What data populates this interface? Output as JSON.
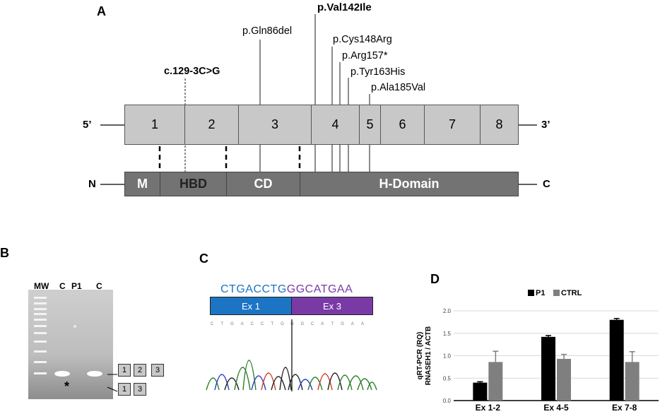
{
  "panel_a": {
    "letter": "A",
    "five_prime": "5’",
    "three_prime": "3’",
    "n_term": "N",
    "c_term": "C",
    "exons": [
      "1",
      "2",
      "3",
      "4",
      "5",
      "6",
      "7",
      "8"
    ],
    "domains": [
      "M",
      "HBD",
      "CD",
      "H-Domain"
    ],
    "mutations": [
      {
        "label": "c.129-3C>G",
        "bold": true
      },
      {
        "label": "p.Gln86del",
        "bold": false
      },
      {
        "label": "p.Val142Ile",
        "bold": true
      },
      {
        "label": "p.Cys148Arg",
        "bold": false
      },
      {
        "label": "p.Arg157*",
        "bold": false
      },
      {
        "label": "p.Tyr163His",
        "bold": false
      },
      {
        "label": "p.Ala185Val",
        "bold": false
      }
    ]
  },
  "panel_b": {
    "letter": "B",
    "lanes": [
      "MW",
      "C",
      "P1",
      "C"
    ],
    "asterisk": "*",
    "band_upper_exons": [
      "1",
      "2",
      "3"
    ],
    "band_lower_exons": [
      "1",
      "3"
    ]
  },
  "panel_c": {
    "letter": "C",
    "sequence_exon1": "CTGACCTG",
    "sequence_exon3": "GGCATGAA",
    "exon1_label": "Ex 1",
    "exon3_label": "Ex 3",
    "base_calls": "CTGACCTGGGCATGAA",
    "colors": {
      "exon1": "#1c74c4",
      "exon3": "#7a3aa6"
    }
  },
  "panel_d": {
    "letter": "D"
  },
  "chart_data": {
    "type": "bar",
    "categories": [
      "Ex 1-2",
      "Ex 4-5",
      "Ex 7-8"
    ],
    "series": [
      {
        "name": "P1",
        "values": [
          0.4,
          1.42,
          1.8
        ],
        "errors": [
          0.02,
          0.03,
          0.03
        ],
        "color": "#000000"
      },
      {
        "name": "CTRL",
        "values": [
          0.86,
          0.93,
          0.86
        ],
        "errors": [
          0.24,
          0.1,
          0.23
        ],
        "color": "#7f7f7f"
      }
    ],
    "ylabel_line1": "qRT-PCR (RQ)",
    "ylabel_line2": "RNASEH1 / ACTB",
    "ylim": [
      0,
      2
    ],
    "yticks": [
      "0.0",
      "0.5",
      "1.0",
      "1.5",
      "2.0"
    ],
    "grid": true,
    "legend": "top"
  }
}
